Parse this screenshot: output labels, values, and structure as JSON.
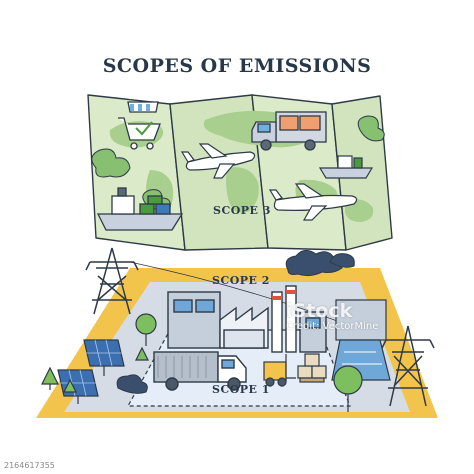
{
  "title": "SCOPES OF EMISSIONS",
  "scopes": {
    "scope1": "SCOPE 1",
    "scope2": "SCOPE 2",
    "scope3": "SCOPE 3"
  },
  "watermark": {
    "brand": "iStock",
    "credit": "Credit: VectorMine"
  },
  "image_id": "2164617355",
  "colors": {
    "map": "#d8e8c4",
    "continents": "#a9cf8e",
    "smoke": "#8cc27a",
    "ground": "#f2c44c",
    "factory_area": "#d6dce6",
    "scope1_area": "#e3ecf7",
    "outline": "#2e3a46"
  }
}
